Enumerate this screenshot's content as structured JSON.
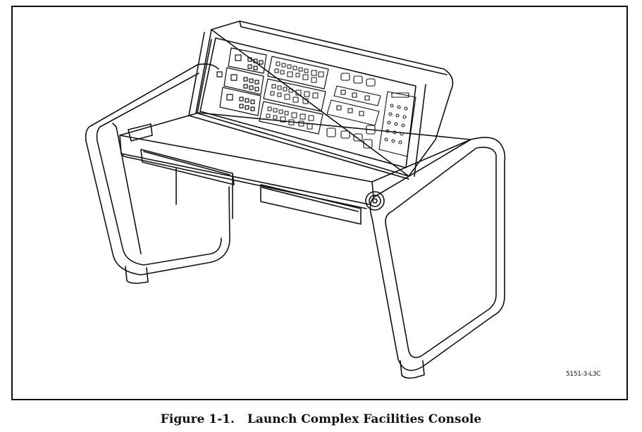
{
  "figure": {
    "number": "Figure 1-1.",
    "title": "Launch Complex Facilities Console",
    "reference_code": "5151-3-L3C"
  },
  "illustration": {
    "subject": "console",
    "line_color": "#111111"
  }
}
